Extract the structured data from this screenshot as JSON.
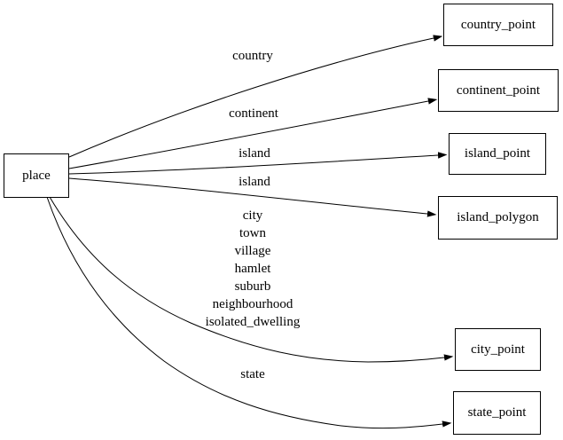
{
  "diagram": {
    "type": "directed-graph",
    "colors": {
      "background": "#ffffff",
      "node_border": "#000000",
      "edge_stroke": "#000000",
      "text": "#000000"
    },
    "nodes": [
      {
        "id": "place",
        "label": "place"
      },
      {
        "id": "country_point",
        "label": "country_point"
      },
      {
        "id": "continent_point",
        "label": "continent_point"
      },
      {
        "id": "island_point",
        "label": "island_point"
      },
      {
        "id": "island_polygon",
        "label": "island_polygon"
      },
      {
        "id": "city_point",
        "label": "city_point"
      },
      {
        "id": "state_point",
        "label": "state_point"
      }
    ],
    "edges": [
      {
        "from": "place",
        "to": "country_point",
        "label": "country"
      },
      {
        "from": "place",
        "to": "continent_point",
        "label": "continent"
      },
      {
        "from": "place",
        "to": "island_point",
        "label": "island"
      },
      {
        "from": "place",
        "to": "island_polygon",
        "label": "island"
      },
      {
        "from": "place",
        "to": "city_point",
        "label": "city\ntown\nvillage\nhamlet\nsuburb\nneighbourhood\nisolated_dwelling"
      },
      {
        "from": "place",
        "to": "state_point",
        "label": "state"
      }
    ]
  }
}
